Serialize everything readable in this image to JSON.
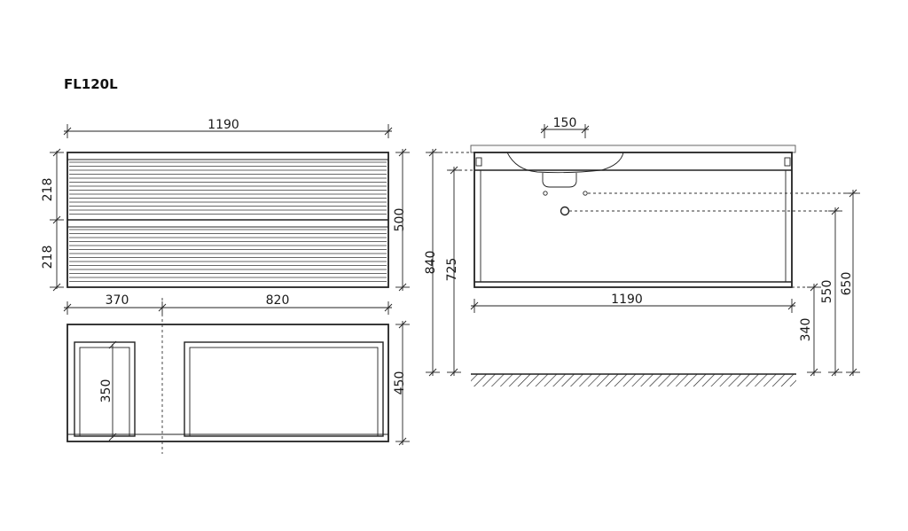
{
  "model_code": "FL120L",
  "front_view": {
    "width": "1190",
    "height": "500",
    "drawer_top_height": "218",
    "drawer_bottom_height": "218"
  },
  "top_view": {
    "left_section_width": "370",
    "right_section_width": "820",
    "depth": "450",
    "inner_depth": "350"
  },
  "side_view": {
    "drain_width": "150",
    "overall_height": "840",
    "counter_height": "725",
    "width": "1190",
    "pipe_low_height": "340",
    "pipe_mid_height": "550",
    "pipe_high_height": "650"
  }
}
